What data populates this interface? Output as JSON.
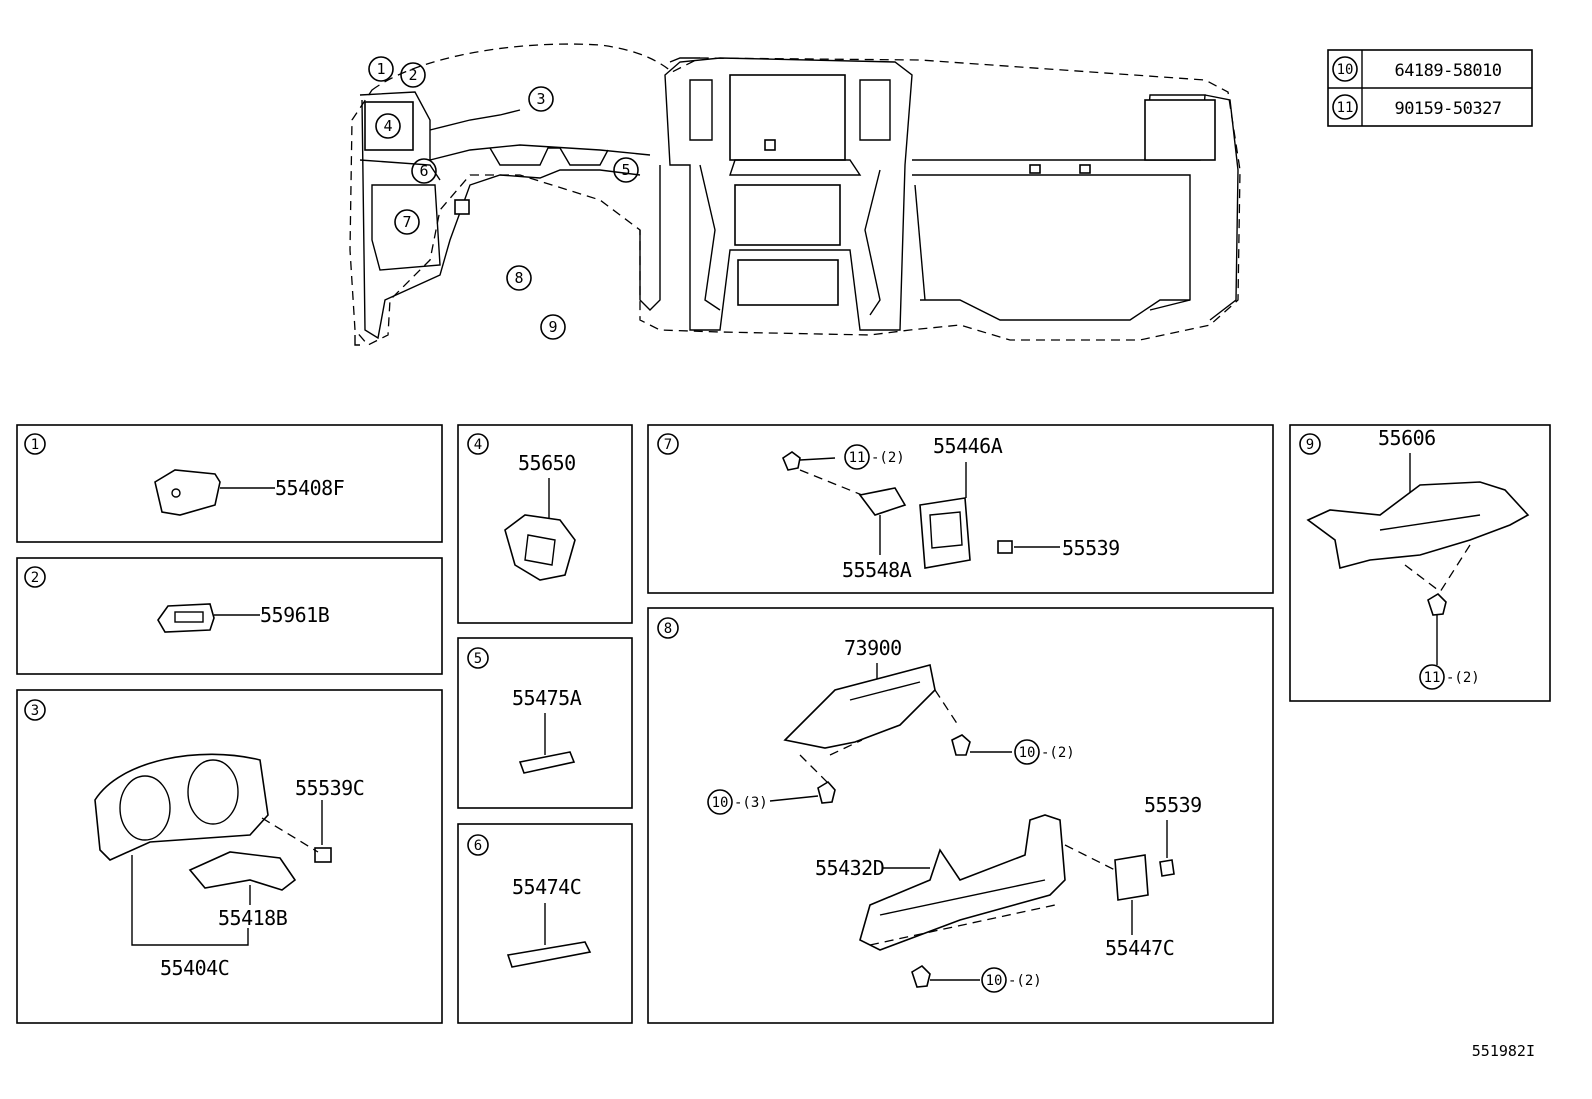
{
  "diagram_code": "551982I",
  "reference_table": [
    {
      "num": "10",
      "part_no": "64189-58010"
    },
    {
      "num": "11",
      "part_no": "90159-50327"
    }
  ],
  "overview_callouts": [
    "1",
    "2",
    "3",
    "4",
    "5",
    "6",
    "7",
    "8",
    "9"
  ],
  "panels": {
    "p1": {
      "num": "1",
      "parts": [
        "55408F"
      ]
    },
    "p2": {
      "num": "2",
      "parts": [
        "55961B"
      ]
    },
    "p3": {
      "num": "3",
      "parts": [
        "55539C",
        "55418B",
        "55404C"
      ]
    },
    "p4": {
      "num": "4",
      "parts": [
        "55650"
      ]
    },
    "p5": {
      "num": "5",
      "parts": [
        "55475A"
      ]
    },
    "p6": {
      "num": "6",
      "parts": [
        "55474C"
      ]
    },
    "p7": {
      "num": "7",
      "parts": [
        "55446A",
        "55548A",
        "55539"
      ],
      "fastener": {
        "num": "11",
        "qty": "-(2)"
      }
    },
    "p8": {
      "num": "8",
      "parts": [
        "73900",
        "55539",
        "55432D",
        "55447C"
      ],
      "fasteners": [
        {
          "num": "10",
          "qty": "-(2)"
        },
        {
          "num": "10",
          "qty": "-(3)"
        },
        {
          "num": "10",
          "qty": "-(2)"
        }
      ]
    },
    "p9": {
      "num": "9",
      "parts": [
        "55606"
      ],
      "fastener": {
        "num": "11",
        "qty": "-(2)"
      }
    }
  }
}
